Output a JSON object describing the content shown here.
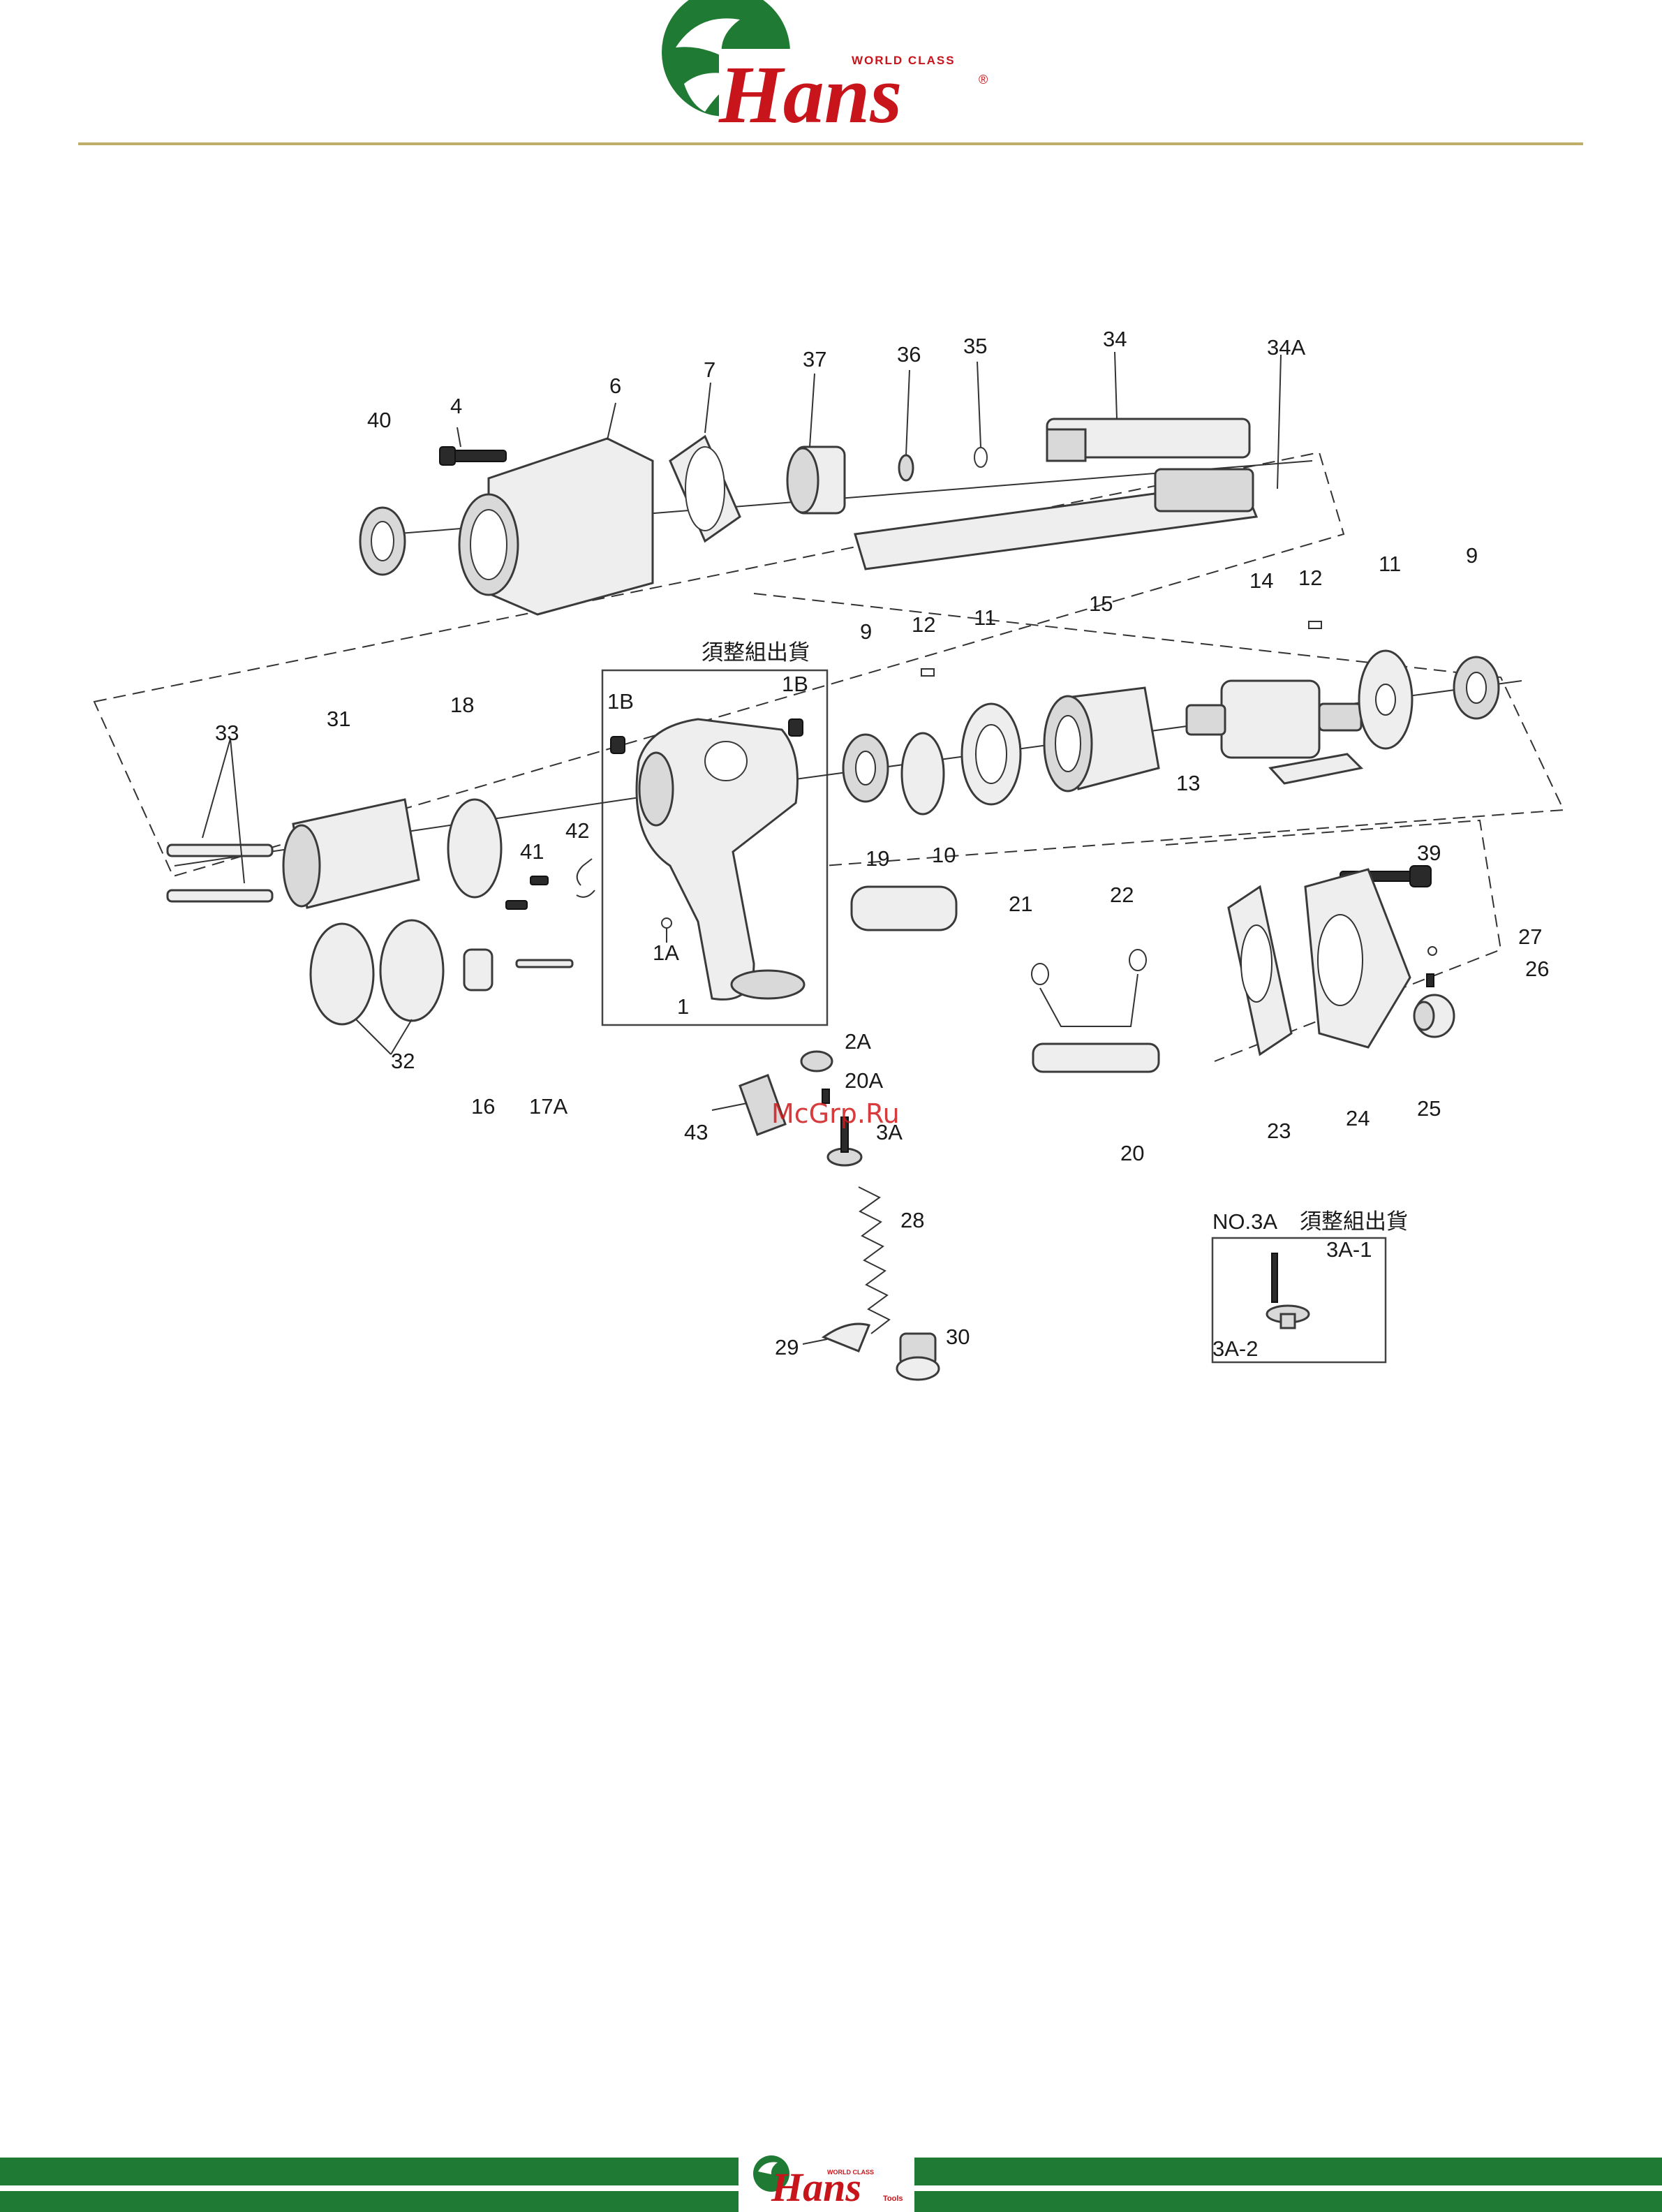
{
  "header": {
    "brand_text": "Hans",
    "brand_tagline": "WORLD CLASS",
    "registered_mark": "®",
    "rule_color": "#bfae6a",
    "brand_red": "#c8151b",
    "brand_green": "#1f7a33"
  },
  "diagram": {
    "group_note": "須整組出貨",
    "inset_title": "NO.3A",
    "inset_note": "須整組出貨",
    "watermark": "McGrp.Ru",
    "part_labels": [
      "40",
      "4",
      "6",
      "7",
      "37",
      "36",
      "35",
      "34",
      "34A",
      "33",
      "31",
      "18",
      "1B",
      "1B",
      "9",
      "12",
      "11",
      "15",
      "14",
      "12",
      "11",
      "9",
      "13",
      "10",
      "19",
      "42",
      "41",
      "1A",
      "1",
      "2A",
      "20A",
      "3A",
      "43",
      "28",
      "29",
      "30",
      "21",
      "22",
      "20",
      "17A",
      "16",
      "32",
      "39",
      "27",
      "26",
      "25",
      "24",
      "23",
      "3A-1",
      "3A-2"
    ]
  },
  "footer": {
    "brand_text": "Hans",
    "brand_tagline": "WORLD CLASS",
    "brand_suffix": "Tools",
    "band_color": "#1f7a33"
  }
}
